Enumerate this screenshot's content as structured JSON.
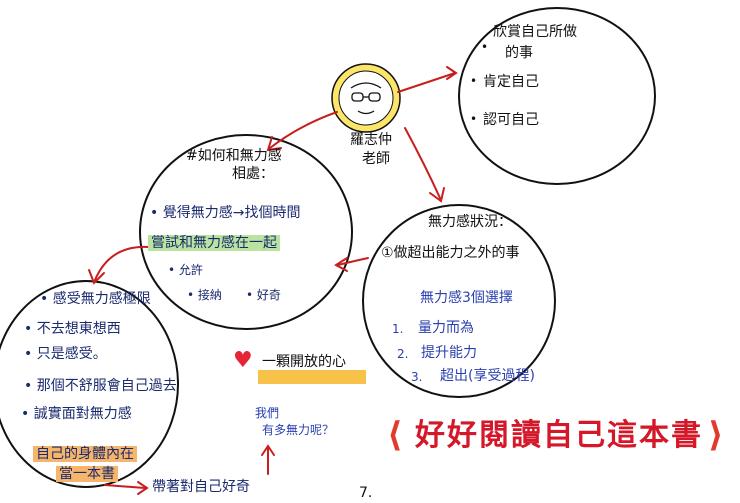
{
  "center": {
    "name_line1": "羅志仲",
    "name_line2": "老師"
  },
  "top_right": {
    "title_line1": "欣賞自己所做",
    "title_line2": "的事",
    "items": [
      "肯定自己",
      "認可自己"
    ]
  },
  "left": {
    "title_line1": "#如何和無力感",
    "title_line2": "相處：",
    "item1": "覺得無力感→找個時間",
    "item2": "嘗試和無力感在一起",
    "sub1": "允許",
    "sub2": "接納",
    "sub3": "好奇"
  },
  "right": {
    "title": "無力感狀況：",
    "item1": "①做超出能力之外的事",
    "subtitle": "無力感3個選擇",
    "choices": [
      {
        "num": "1.",
        "text": "量力而為"
      },
      {
        "num": "2.",
        "text": "提升能力"
      },
      {
        "num": "3.",
        "text": "超出(享受過程)"
      }
    ]
  },
  "bottom_left": {
    "title": "感受無力感極限",
    "items": [
      "不去想東想西",
      "只是感受。",
      "那個不舒服會自己過去",
      "誠實面對無力感"
    ],
    "highlight_line1": "自己的身體內在",
    "highlight_line2": "當一本書"
  },
  "bottom_caption": "帶著對自己好奇",
  "heart_text": "一顆開放的心",
  "question_line1": "我們",
  "question_line2": "有多無力呢？",
  "main_title": "好好閱讀自己這本書",
  "page_number": "7."
}
